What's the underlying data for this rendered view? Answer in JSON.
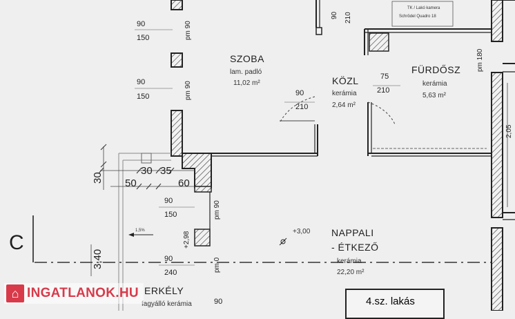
{
  "watermark": {
    "text": "INGATLANOK.HU",
    "color": "#d83a4a"
  },
  "section": {
    "letter": "C"
  },
  "apartment": {
    "label": "4.sz. lakás"
  },
  "stamp": {
    "line1": "TK / Lakó kamera",
    "line2": "Schrödel Quadro 18"
  },
  "rooms": {
    "szoba": {
      "name": "SZOBA",
      "floor": "lam. padló",
      "area": "11,02 m²"
    },
    "kozl": {
      "name": "KÖZL",
      "floor": "kerámia",
      "area": "2,64 m²"
    },
    "furdo": {
      "name": "FÜRDŐSZ",
      "floor": "kerámia",
      "area": "5,63 m²"
    },
    "nappali": {
      "name1": "NAPPALI",
      "name2": "- ÉTKEZŐ",
      "floor": "kerámia",
      "area": "22,20 m²"
    },
    "erkely": {
      "name": "ERKÉLY",
      "floor": "fagyálló kerámia"
    }
  },
  "openings": {
    "win1": {
      "w": "90",
      "h": "150",
      "pm": "pm 90"
    },
    "win2": {
      "w": "90",
      "h": "150",
      "pm": "pm 90"
    },
    "door_szoba": {
      "w": "90",
      "h": "210"
    },
    "door_top": {
      "w": "90",
      "h": "210"
    },
    "door_furdo": {
      "w": "75",
      "h": "210"
    },
    "pm180": "pm 180",
    "win3": {
      "w": "90",
      "h": "150",
      "pm": "pm 90"
    },
    "door_erkely": {
      "w": "90",
      "h": "240",
      "pm": "pm 0"
    },
    "bottom_90": "90"
  },
  "dims": {
    "d30v": "30",
    "d30": "30",
    "d35": "35",
    "d50": "50",
    "d60": "60",
    "d340": "3,40"
  },
  "levels": {
    "nappali": "+3,00",
    "erkely": "+2,98",
    "slope": "1,5%"
  },
  "right_dim": "2,05"
}
